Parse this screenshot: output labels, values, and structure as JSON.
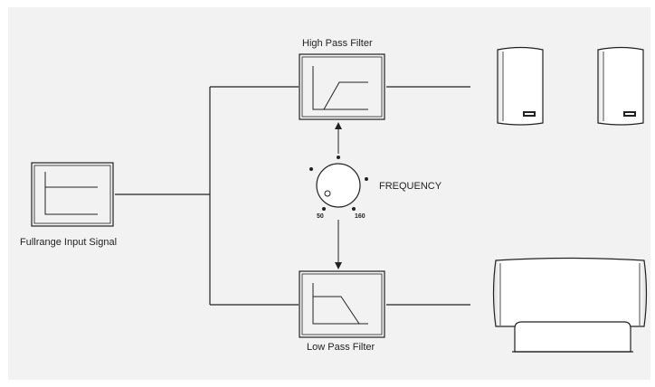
{
  "labels": {
    "high_pass": "High Pass Filter",
    "low_pass": "Low Pass Filter",
    "input": "Fullrange Input Signal",
    "frequency": "FREQUENCY",
    "knob_min": "50",
    "knob_max": "160"
  },
  "icons": {
    "input_box": "flat-response-icon",
    "high_pass_box": "high-pass-curve-icon",
    "low_pass_box": "low-pass-curve-icon",
    "knob": "frequency-knob-icon",
    "satellites": "satellite-speaker-icon",
    "subwoofer": "subwoofer-icon"
  },
  "colors": {
    "background": "#f2f2f2",
    "line": "#222222",
    "box_fill": "#f2f2f2"
  }
}
